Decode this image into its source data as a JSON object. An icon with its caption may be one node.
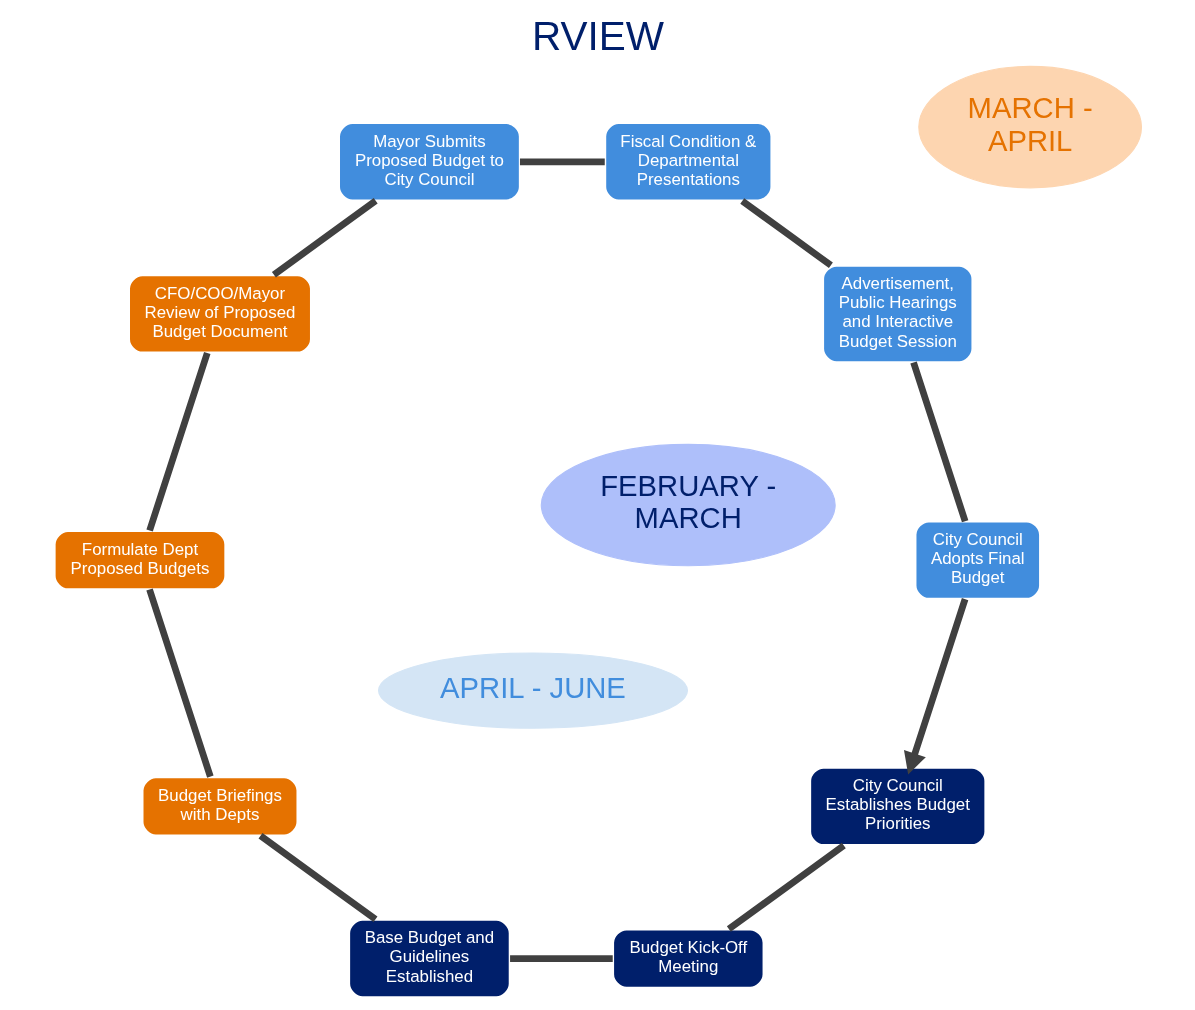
{
  "diagram": {
    "title": "RVIEW",
    "nodes": [
      {
        "text": [
          "City Council Establishes Budget Priorities"
        ]
      },
      {
        "text": [
          "Budget Kick-Off Meeting"
        ]
      },
      {
        "text": [
          "Base Budget and Guidelines Established"
        ]
      },
      {
        "text": [
          "Budget Briefings with Depts"
        ]
      },
      {
        "text": [
          "Formulate Dept Proposed Budgets"
        ]
      },
      {
        "text": [
          "CFO/COO/Mayor Review of Proposed Budget Document"
        ]
      },
      {
        "text": [
          "Mayor Submits Proposed Budget to City Council"
        ]
      },
      {
        "text": [
          "Fiscal Condition & Departmental Presentations"
        ]
      },
      {
        "text": [
          "Advertisement, Public Hearings and Interactive Budget Session"
        ]
      },
      {
        "text": [
          "City Council Adopts Final Budget"
        ]
      },
      {
        "text": [
          "FEBRUARY - MARCH"
        ]
      },
      {
        "text": [
          "MARCH - APRIL"
        ]
      },
      {
        "text": [
          "APRIL - JUNE"
        ]
      }
    ],
    "edges": [
      {
        "from": 0,
        "to": 1,
        "arrow": "none"
      },
      {
        "from": 1,
        "to": 2,
        "arrow": "none"
      },
      {
        "from": 2,
        "to": 3,
        "arrow": "none"
      },
      {
        "from": 3,
        "to": 4,
        "arrow": "none"
      },
      {
        "from": 4,
        "to": 5,
        "arrow": "none"
      },
      {
        "from": 5,
        "to": 6,
        "arrow": "none"
      },
      {
        "from": 6,
        "to": 7,
        "arrow": "none"
      },
      {
        "from": 7,
        "to": 8,
        "arrow": "none"
      },
      {
        "from": 8,
        "to": 9,
        "arrow": "none"
      },
      {
        "from": 9,
        "to": 0,
        "arrow": "to"
      }
    ]
  }
}
